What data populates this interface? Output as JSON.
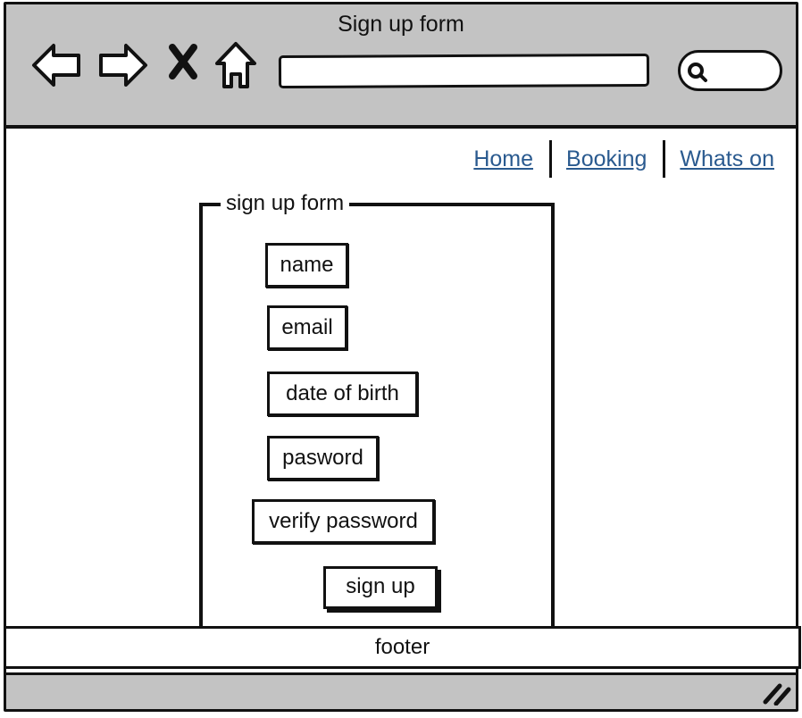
{
  "window": {
    "title": "Sign up form"
  },
  "toolbar": {
    "back_icon": "back-arrow-icon",
    "forward_icon": "forward-arrow-icon",
    "stop_icon": "close-x-icon",
    "home_icon": "home-icon",
    "address_value": "",
    "search_icon": "search-icon"
  },
  "nav": {
    "links": [
      {
        "label": "Home"
      },
      {
        "label": "Booking"
      },
      {
        "label": "Whats on"
      }
    ]
  },
  "form": {
    "legend": "sign up form",
    "fields": [
      {
        "label": "name"
      },
      {
        "label": "email"
      },
      {
        "label": "date of birth"
      },
      {
        "label": "pasword"
      },
      {
        "label": "verify password"
      }
    ],
    "submit_label": "sign up"
  },
  "footer": {
    "label": "footer"
  },
  "colors": {
    "chrome": "#c3c3c3",
    "link": "#2a5a8f",
    "border": "#111111"
  }
}
